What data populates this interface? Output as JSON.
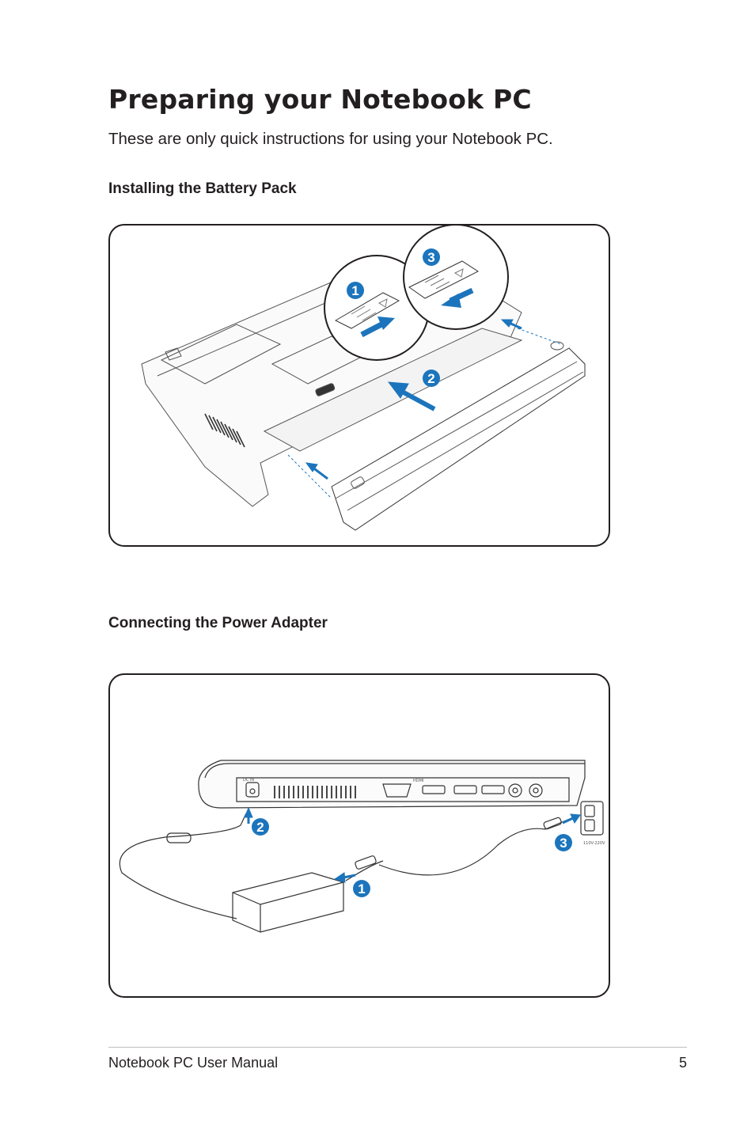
{
  "page": {
    "title": "Preparing your Notebook PC",
    "intro": "These are only quick instructions for using your Notebook PC."
  },
  "sections": {
    "battery": {
      "heading": "Installing the Battery Pack",
      "steps": [
        "1",
        "2",
        "3"
      ]
    },
    "power": {
      "heading": "Connecting the Power Adapter",
      "steps": [
        "1",
        "2",
        "3"
      ],
      "outlet_label": "110V-220V",
      "port_labels": [
        "DC IN",
        "HDMI"
      ]
    }
  },
  "footer": {
    "manual_name": "Notebook PC User Manual",
    "page_number": "5"
  },
  "colors": {
    "text": "#231f20",
    "accent_blue": "#1c75bc",
    "rule": "#bcbec0"
  }
}
